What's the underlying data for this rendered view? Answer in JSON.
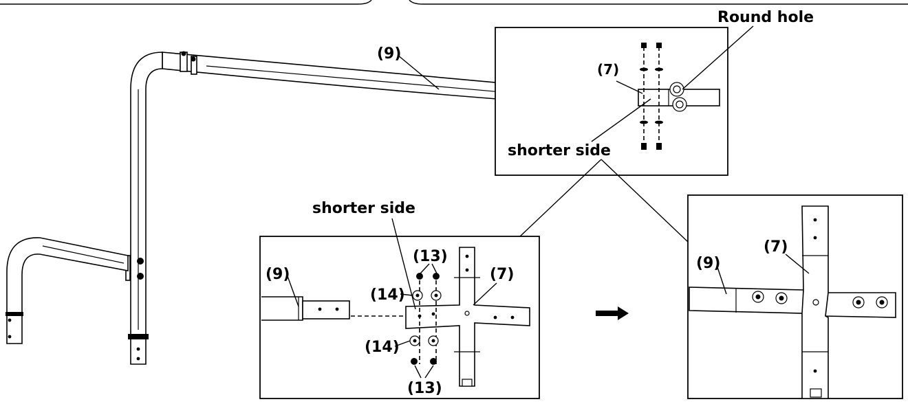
{
  "labels": {
    "part_9": "(9)",
    "part_7": "(7)",
    "part_13": "(13)",
    "part_14": "(14)",
    "round_hole": "Round hole",
    "shorter_side": "shorter side"
  },
  "colors": {
    "ink": "#000000",
    "paper": "#ffffff"
  }
}
